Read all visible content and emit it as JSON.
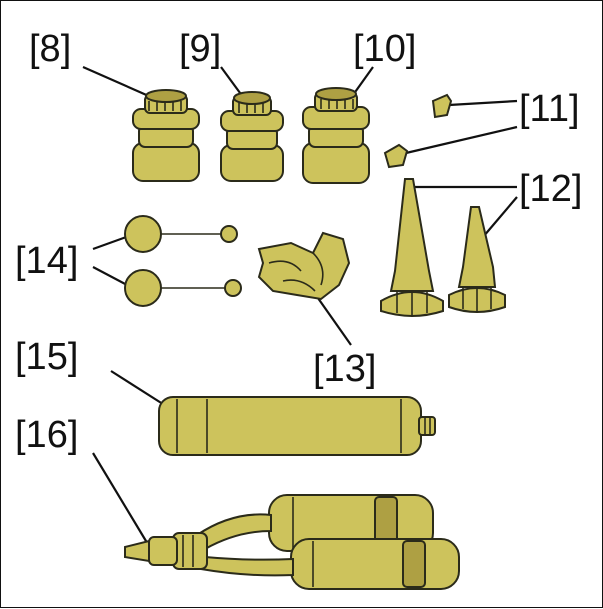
{
  "labels": {
    "l8": "[8]",
    "l9": "[9]",
    "l10": "[10]",
    "l11": "[11]",
    "l12": "[12]",
    "l13": "[13]",
    "l14": "[14]",
    "l15": "[15]",
    "l16": "[16]"
  },
  "colors": {
    "part_fill": "#cdc35c",
    "part_shade": "#aea043",
    "outline": "#2b2b1a"
  }
}
